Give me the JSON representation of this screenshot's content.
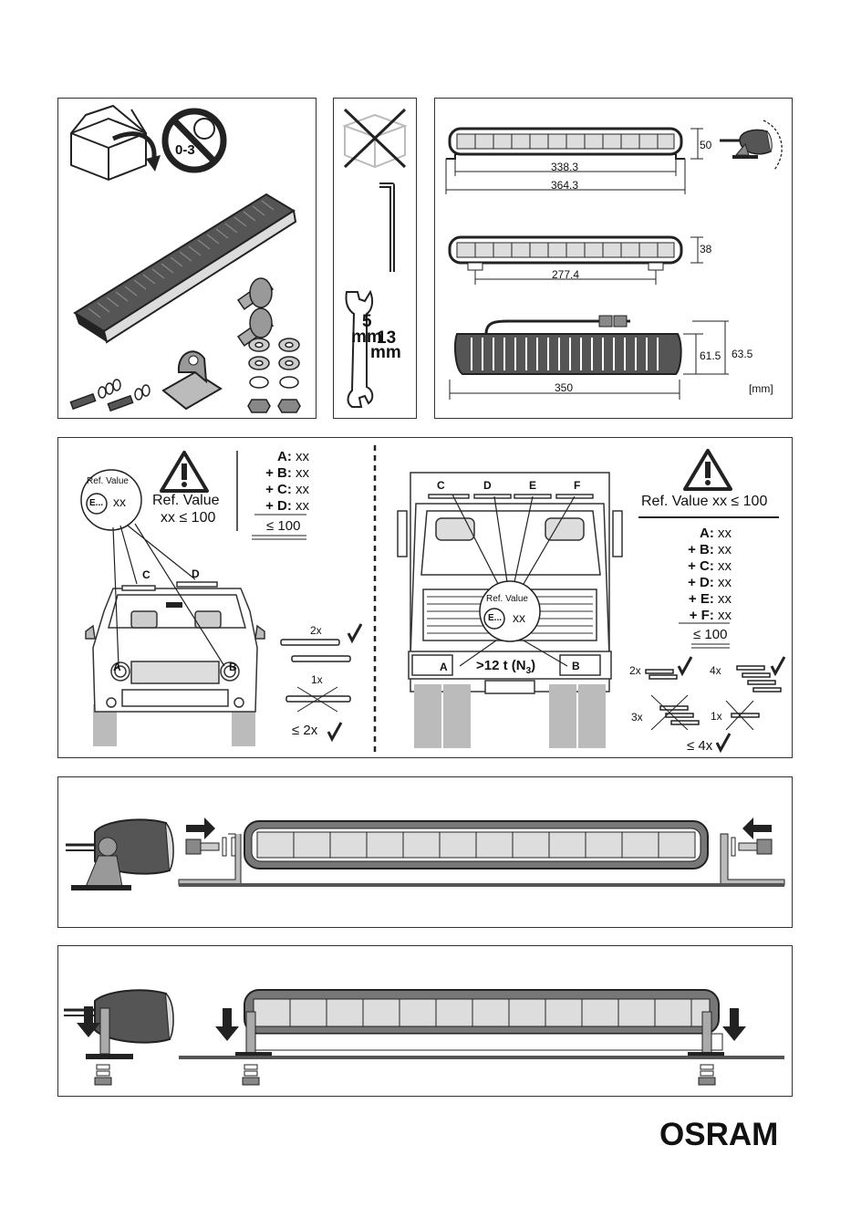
{
  "contents": {
    "age_label": "0-3",
    "hex_key_size": "5",
    "hex_key_unit": "mm",
    "wrench_size": "13",
    "wrench_unit": "mm"
  },
  "dimensions": {
    "d_338": "338.3",
    "d_364": "364.3",
    "d_50": "50",
    "d_277": "277.4",
    "d_38": "38",
    "d_61": "61.5",
    "d_63": "63.5",
    "d_350": "350",
    "unit": "[mm]"
  },
  "car": {
    "ref_small": "Ref. Value",
    "ref_e": "E...",
    "ref_xx": "xx",
    "ref_title": "Ref. Value",
    "ref_cond": "xx ≤ 100",
    "sum": [
      {
        "label": "A:",
        "val": "xx"
      },
      {
        "label": "+ B:",
        "val": "xx"
      },
      {
        "label": "+ C:",
        "val": "xx"
      },
      {
        "label": "+ D:",
        "val": "xx"
      }
    ],
    "sum_total": "≤ 100",
    "pos_a": "A",
    "pos_b": "B",
    "pos_c": "C",
    "pos_d": "D",
    "allowed": "2x",
    "forbidden": "1x",
    "max": "≤ 2x"
  },
  "truck": {
    "ref_title": "Ref. Value xx ≤ 100",
    "ref_small": "Ref. Value",
    "ref_e": "E...",
    "ref_xx": "xx",
    "weight": ">12 t (N",
    "weight_sub": "3",
    "weight_close": ")",
    "sum": [
      {
        "label": "A:",
        "val": "xx"
      },
      {
        "label": "+ B:",
        "val": "xx"
      },
      {
        "label": "+ C:",
        "val": "xx"
      },
      {
        "label": "+ D:",
        "val": "xx"
      },
      {
        "label": "+ E:",
        "val": "xx"
      },
      {
        "label": "+ F:",
        "val": "xx"
      }
    ],
    "sum_total": "≤ 100",
    "pos_a": "A",
    "pos_b": "B",
    "pos_c": "C",
    "pos_d": "D",
    "pos_e": "E",
    "pos_f": "F",
    "q_2x": "2x",
    "q_4x": "4x",
    "q_3x": "3x",
    "q_1x": "1x",
    "max": "≤ 4x"
  },
  "brand": "OSRAM"
}
